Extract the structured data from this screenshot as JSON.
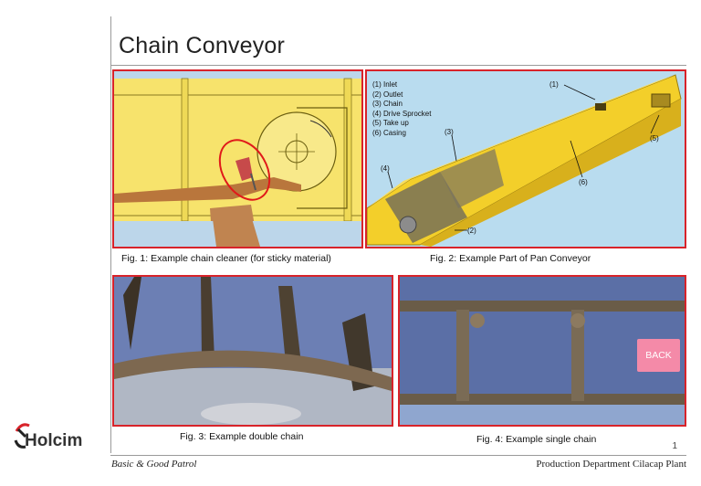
{
  "title": "Chain Conveyor",
  "figures": {
    "fig1_caption": "Fig. 1: Example chain cleaner (for sticky material)",
    "fig2_caption": "Fig. 2: Example Part of Pan Conveyor",
    "fig3_caption": "Fig. 3: Example double chain",
    "fig4_caption": "Fig. 4: Example single chain"
  },
  "legend": [
    "(1) Inlet",
    "(2) Outlet",
    "(3) Chain",
    "(4) Drive Sprocket",
    "(5) Take up",
    "(6) Casing"
  ],
  "callouts": {
    "c1": "(1)",
    "c2": "(2)",
    "c3": "(3)",
    "c4": "(4)",
    "c5": "(5)",
    "c6": "(6)"
  },
  "back_button": "BACK",
  "page_number": "1",
  "logo_text": "Holcim",
  "footer": {
    "left": "Basic & Good Patrol",
    "right": "Production Department Cilacap Plant"
  },
  "colors": {
    "accent_red": "#d8232a",
    "casing_yellow": "#f3cf2a",
    "back_pink": "#f48aa8"
  }
}
